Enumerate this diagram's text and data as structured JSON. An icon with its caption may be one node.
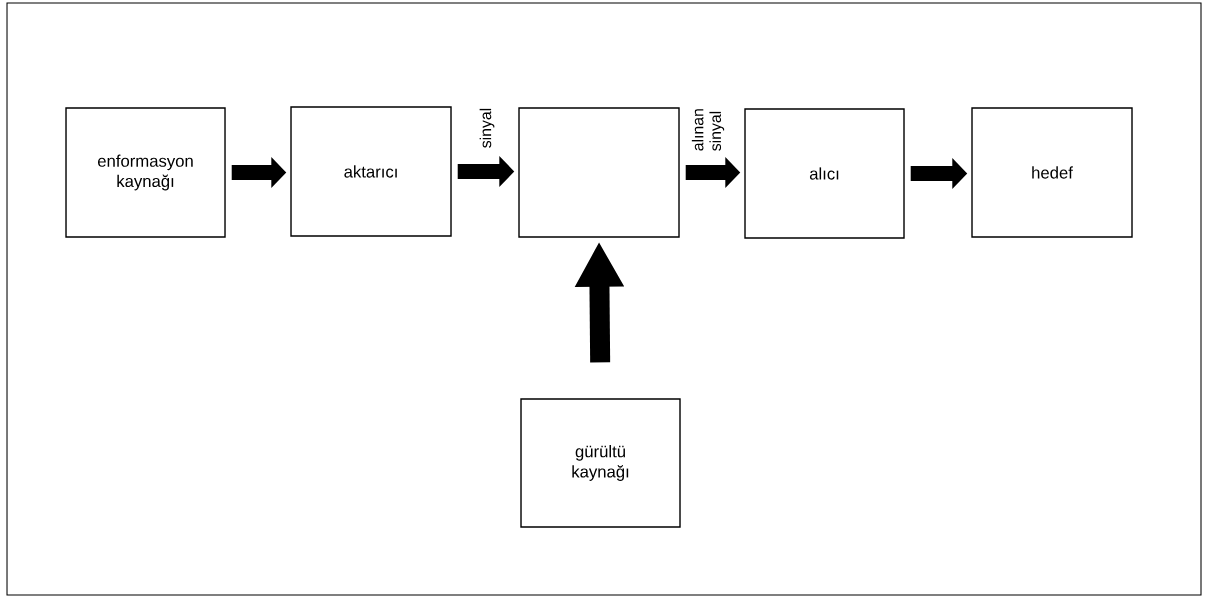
{
  "diagram": {
    "nodes": [
      {
        "text": [
          "enformasyon kaynağı"
        ]
      },
      {
        "text": [
          "aktarıcı"
        ]
      },
      {
        "text": [],
        "shape": "box"
      },
      {
        "text": [
          "alıcı"
        ]
      },
      {
        "text": [
          "hedef"
        ]
      },
      {
        "text": [
          "gürültü kaynağı"
        ]
      }
    ],
    "edges": [
      {
        "from": 0,
        "to": 1,
        "arrow": "to"
      },
      {
        "from": 1,
        "to": 2,
        "arrow": "to",
        "label": "sinyal"
      },
      {
        "from": 2,
        "to": 3,
        "arrow": "to",
        "label": "alınan sinyal"
      },
      {
        "from": 3,
        "to": 4,
        "arrow": "to"
      },
      {
        "from": 5,
        "to": 2,
        "arrow": "to"
      }
    ]
  }
}
